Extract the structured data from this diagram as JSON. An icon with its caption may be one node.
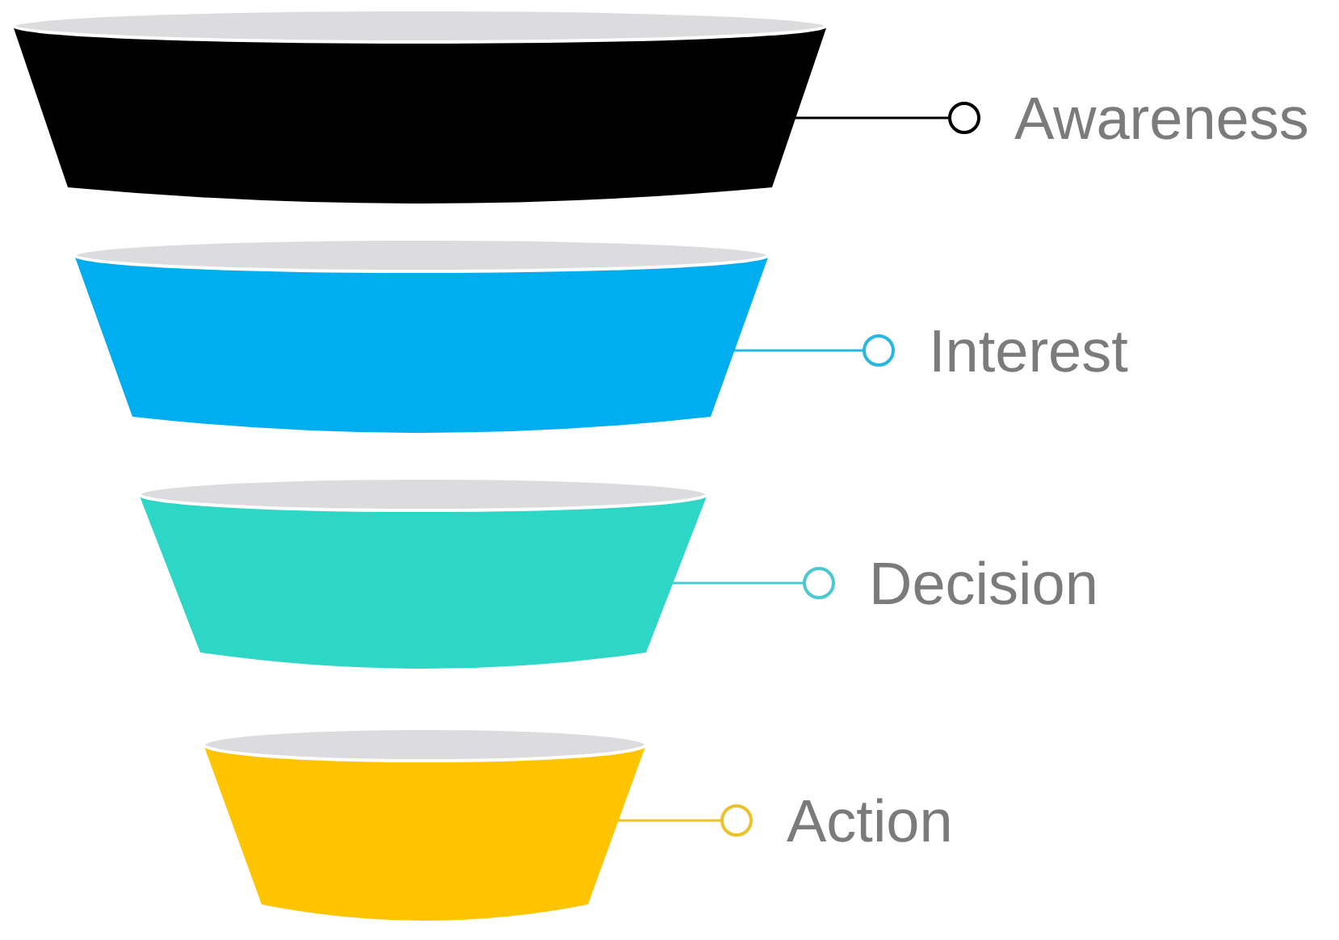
{
  "diagram": {
    "nodes": [
      {
        "text": [],
        "shape": "trapezoid"
      },
      {
        "text": [],
        "shape": "trapezoid"
      },
      {
        "text": [],
        "shape": "trapezoid"
      },
      {
        "text": [],
        "shape": "trapezoid"
      },
      {
        "text": [
          "Awareness"
        ]
      },
      {
        "text": [
          "Interest"
        ]
      },
      {
        "text": [
          "Decision"
        ]
      },
      {
        "text": [
          "Action"
        ]
      }
    ],
    "edges": [
      {
        "from": 0,
        "to": 4,
        "arrow": "other",
        "color": "#000000"
      },
      {
        "from": 1,
        "to": 5,
        "arrow": "other",
        "color": "#29b6e0"
      },
      {
        "from": 2,
        "to": 6,
        "arrow": "other",
        "color": "#4cc9d0"
      },
      {
        "from": 3,
        "to": 7,
        "arrow": "other",
        "color": "#ecc22a"
      }
    ]
  }
}
